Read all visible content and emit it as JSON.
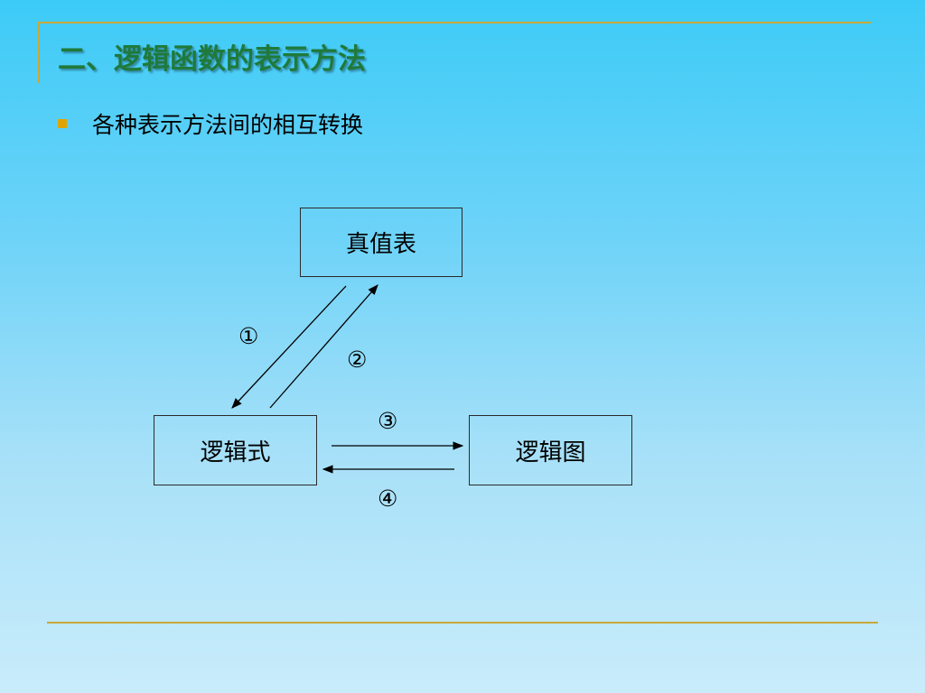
{
  "slide": {
    "title": "二、逻辑函数的表示方法",
    "bullet": "各种表示方法间的相互转换"
  },
  "diagram": {
    "nodes": {
      "truth_table": "真值表",
      "logic_expression": "逻辑式",
      "logic_diagram": "逻辑图"
    },
    "steps": {
      "one": "①",
      "two": "②",
      "three": "③",
      "four": "④"
    }
  },
  "colors": {
    "title_text": "#1f7a3a",
    "accent_rule": "#c9a83a",
    "bullet_marker": "#e0a400",
    "node_border": "#2b2b2b"
  }
}
